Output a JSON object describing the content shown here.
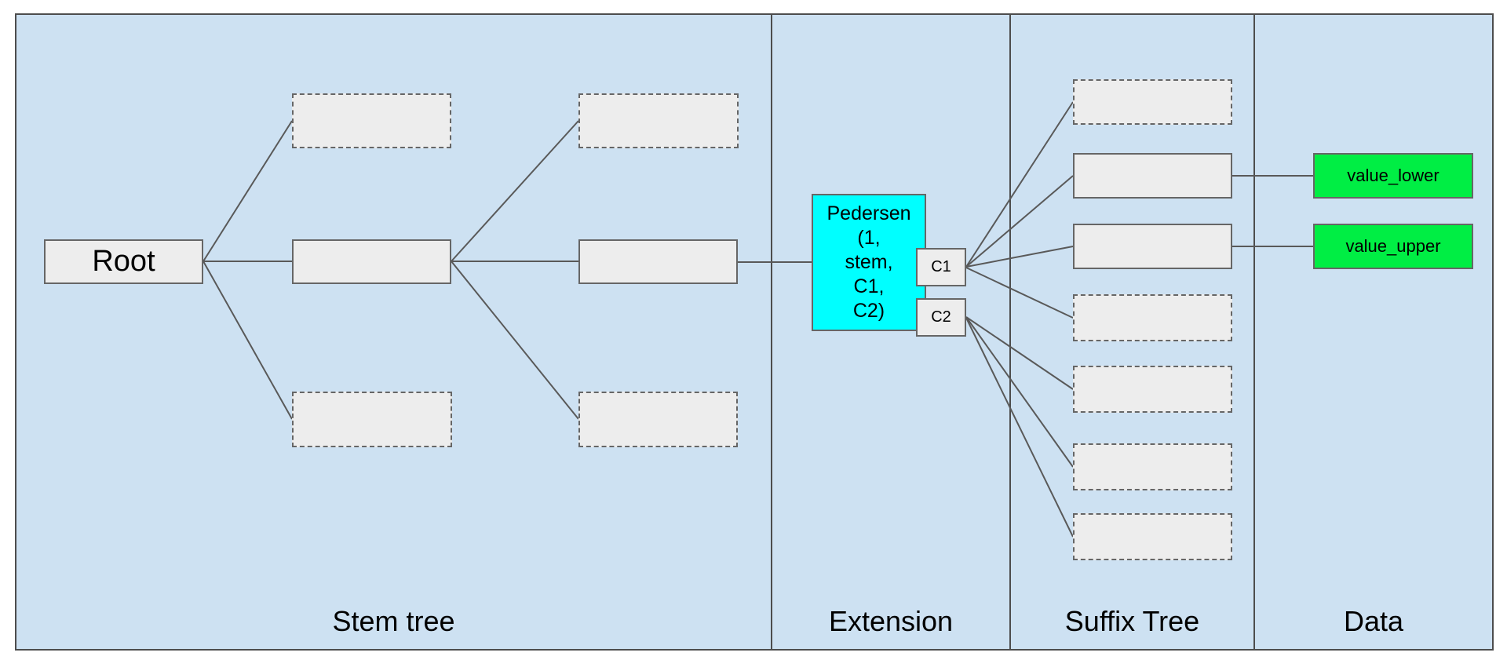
{
  "sections": [
    {
      "label": "Stem tree"
    },
    {
      "label": "Extension"
    },
    {
      "label": "Suffix Tree"
    },
    {
      "label": "Data"
    }
  ],
  "nodes": {
    "root": {
      "label": "Root"
    },
    "pedersen": {
      "label": "Pedersen (1, stem, C1, C2)",
      "lines": [
        "Pedersen",
        "(1,",
        "stem,",
        "C1,",
        "C2)"
      ]
    },
    "c1": {
      "label": "C1"
    },
    "c2": {
      "label": "C2"
    },
    "value_lower": {
      "label": "value_lower"
    },
    "value_upper": {
      "label": "value_upper"
    }
  },
  "colors": {
    "section_background": "#CDE1F2",
    "frame_border": "#4D4D4D",
    "node_fill": "#EDEDED",
    "node_border": "#666666",
    "pedersen_fill": "#00FFFF",
    "value_fill": "#00EE44",
    "edge": "#595959",
    "text": "#000000"
  }
}
